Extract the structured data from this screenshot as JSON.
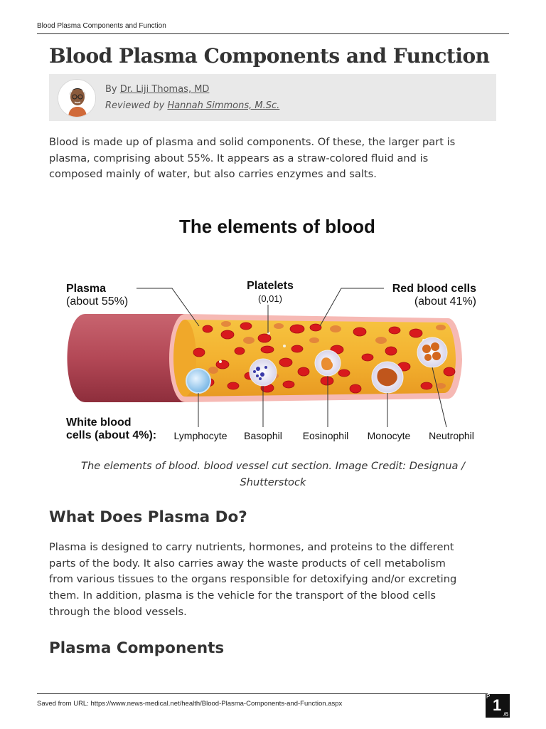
{
  "running_header": "Blood Plasma Components and Function",
  "article": {
    "title": "Blood Plasma Components and Function",
    "byline": {
      "by_prefix": "By",
      "author": "Dr. Liji Thomas, MD",
      "reviewed_prefix": "Reviewed by",
      "reviewer": "Hannah Simmons, M.Sc."
    },
    "intro_lines": [
      "Blood is made up of plasma and solid components. Of these, the larger part is",
      "plasma, comprising about 55%. It appears as a straw-colored fluid and is",
      "composed mainly of water, but also carries enzymes and salts."
    ],
    "figure": {
      "title": "The elements of blood",
      "plasma_label": "Plasma",
      "plasma_pct": "(about 55%)",
      "platelets_label": "Platelets",
      "platelets_value": "(0,01)",
      "rbc_label": "Red blood cells",
      "rbc_pct": "(about 41%)",
      "wbc_label_line1": "White blood",
      "wbc_label_line2": "cells (about 4%):",
      "wbc_types": [
        "Lymphocyte",
        "Basophil",
        "Eosinophil",
        "Monocyte",
        "Neutrophil"
      ],
      "caption_lines": [
        "The elements of blood. blood vessel cut section. Image Credit: Designua /",
        "Shutterstock"
      ]
    },
    "section1": {
      "heading": "What Does Plasma Do?",
      "lines": [
        "Plasma is designed to carry nutrients, hormones, and proteins to the different",
        "parts of the body. It also carries away the waste products of cell metabolism",
        "from various tissues to the organs responsible for detoxifying and/or excreting",
        "them. In addition, plasma is the vehicle for the transport of the blood cells",
        "through the blood vessels."
      ]
    },
    "section2": {
      "heading": "Plasma Components"
    }
  },
  "footer": {
    "saved_from": "Saved from URL:  https://www.news-medical.net/health/Blood-Plasma-Components-and-Function.aspx",
    "page_prefix": "P",
    "page_number": "1",
    "page_total": "/6"
  }
}
